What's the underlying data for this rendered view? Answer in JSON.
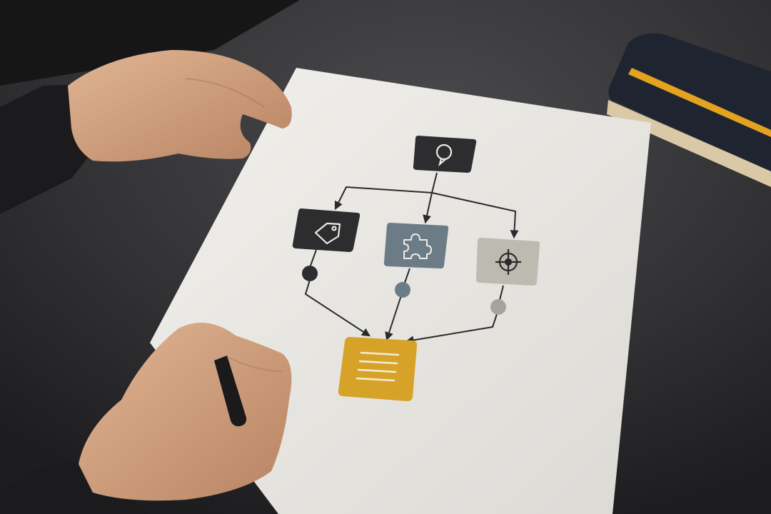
{
  "scene": {
    "table_color": "#303032",
    "paper_color": "#ecebe7",
    "ink_color": "#2a2a2c"
  },
  "diagram": {
    "nodes": [
      {
        "id": "top",
        "icon": "chat-bubble-icon",
        "fill": "#2d2d2f"
      },
      {
        "id": "left",
        "icon": "price-tag-icon",
        "fill": "#2d2d2f"
      },
      {
        "id": "middle",
        "icon": "puzzle-piece-icon",
        "fill": "#6b7c87"
      },
      {
        "id": "right",
        "icon": "target-crosshair-icon",
        "fill": "#bdbab2"
      },
      {
        "id": "bottom",
        "icon": "document-lines-icon",
        "fill": "#d7a228"
      }
    ],
    "connector_dots": [
      {
        "id": "left-dot",
        "fill": "#2d2d2f"
      },
      {
        "id": "middle-dot",
        "fill": "#6b7c87"
      },
      {
        "id": "right-dot",
        "fill": "#a6a39c"
      }
    ]
  },
  "notebook": {
    "cover_color": "#1f2530",
    "band_color": "#e3a21f",
    "page_edge_color": "#d9c9a6"
  }
}
